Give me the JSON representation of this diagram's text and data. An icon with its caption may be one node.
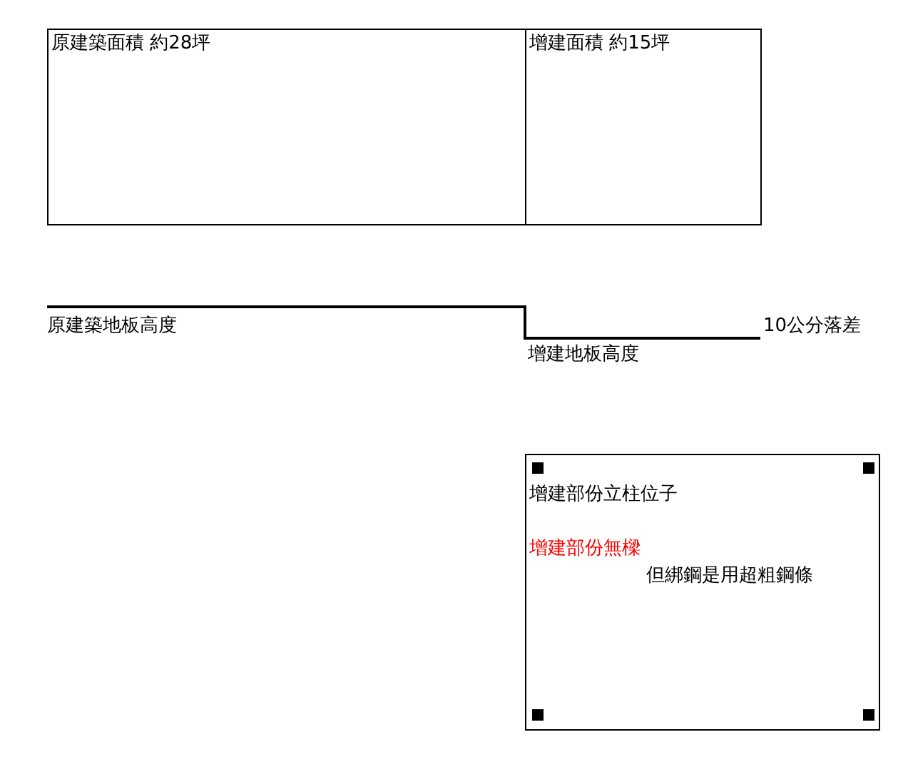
{
  "diagram": {
    "nodes": [
      {
        "text": [
          "原建築面積 約28坪"
        ]
      },
      {
        "text": [
          "增建面積 約15坪"
        ]
      },
      {
        "text": [
          "增建部份立柱位子",
          "增建部份無樑",
          "但綁鋼是用超粗鋼條"
        ]
      },
      {
        "text": [],
        "shape": "box",
        "in": 2
      },
      {
        "text": [],
        "shape": "box",
        "in": 2
      },
      {
        "text": [],
        "shape": "box",
        "in": 2
      },
      {
        "text": [],
        "shape": "box",
        "in": 2
      }
    ],
    "edges": [],
    "labels": [
      "原建築地板高度",
      "10公分落差",
      "增建地板高度"
    ]
  }
}
